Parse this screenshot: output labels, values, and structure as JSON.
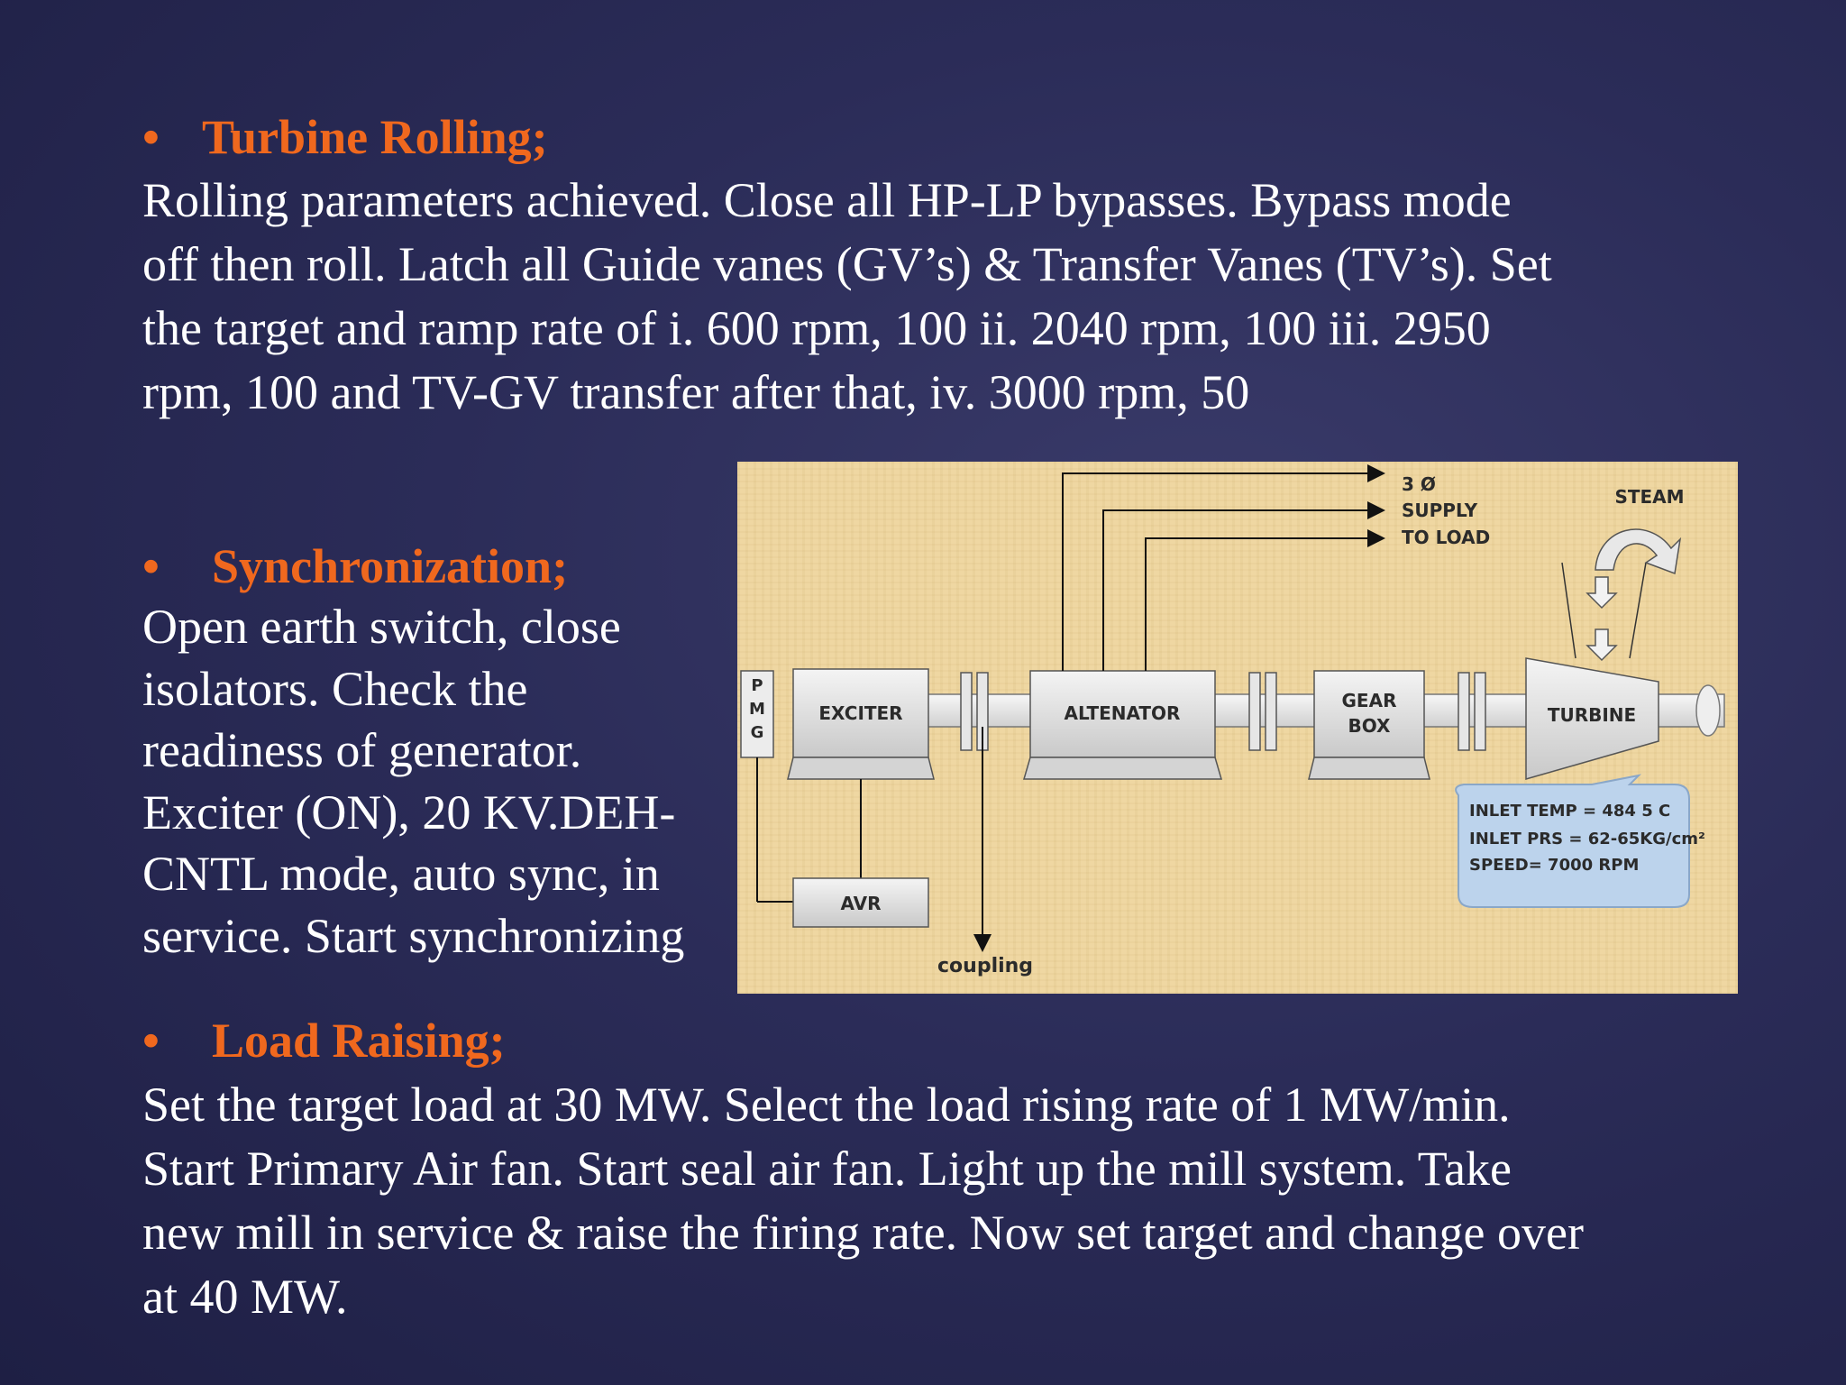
{
  "sections": [
    {
      "bullet": "•",
      "heading": "Turbine Rolling;",
      "body": "Rolling parameters achieved. Close all HP-LP bypasses. Bypass mode off then roll. Latch all Guide vanes (GV’s) & Transfer Vanes (TV’s). Set the target and ramp rate of i. 600 rpm, 100 ii. 2040 rpm, 100 iii. 2950 rpm, 100 and TV-GV transfer after that, iv. 3000 rpm, 50"
    },
    {
      "bullet": "•",
      "heading": "Synchronization;",
      "body": "Open earth switch, close isolators. Check the readiness of generator. Exciter (ON), 20 KV.DEH-CNTL mode, auto sync, in service. Start synchronizing"
    },
    {
      "bullet": "•",
      "heading": "Load Raising;",
      "body": "Set the target load at 30 MW. Select the load rising rate of 1 MW/min. Start Primary Air fan. Start seal air fan. Light up the mill system. Take new mill in service & raise the firing rate. Now set target and change over at 40 MW."
    }
  ],
  "diagram": {
    "pmg": [
      "P",
      "M",
      "G"
    ],
    "exciter": "EXCITER",
    "alternator": "ALTENATOR",
    "gearbox": [
      "GEAR",
      "BOX"
    ],
    "turbine": "TURBINE",
    "avr": "AVR",
    "coupling": "coupling",
    "supply": [
      "3 Ø",
      "SUPPLY",
      "TO LOAD"
    ],
    "steam": "STEAM",
    "specs": [
      "INLET TEMP = 484   5 C",
      "INLET PRS = 62-65KG/cm²",
      "SPEED= 7000 RPM"
    ]
  }
}
